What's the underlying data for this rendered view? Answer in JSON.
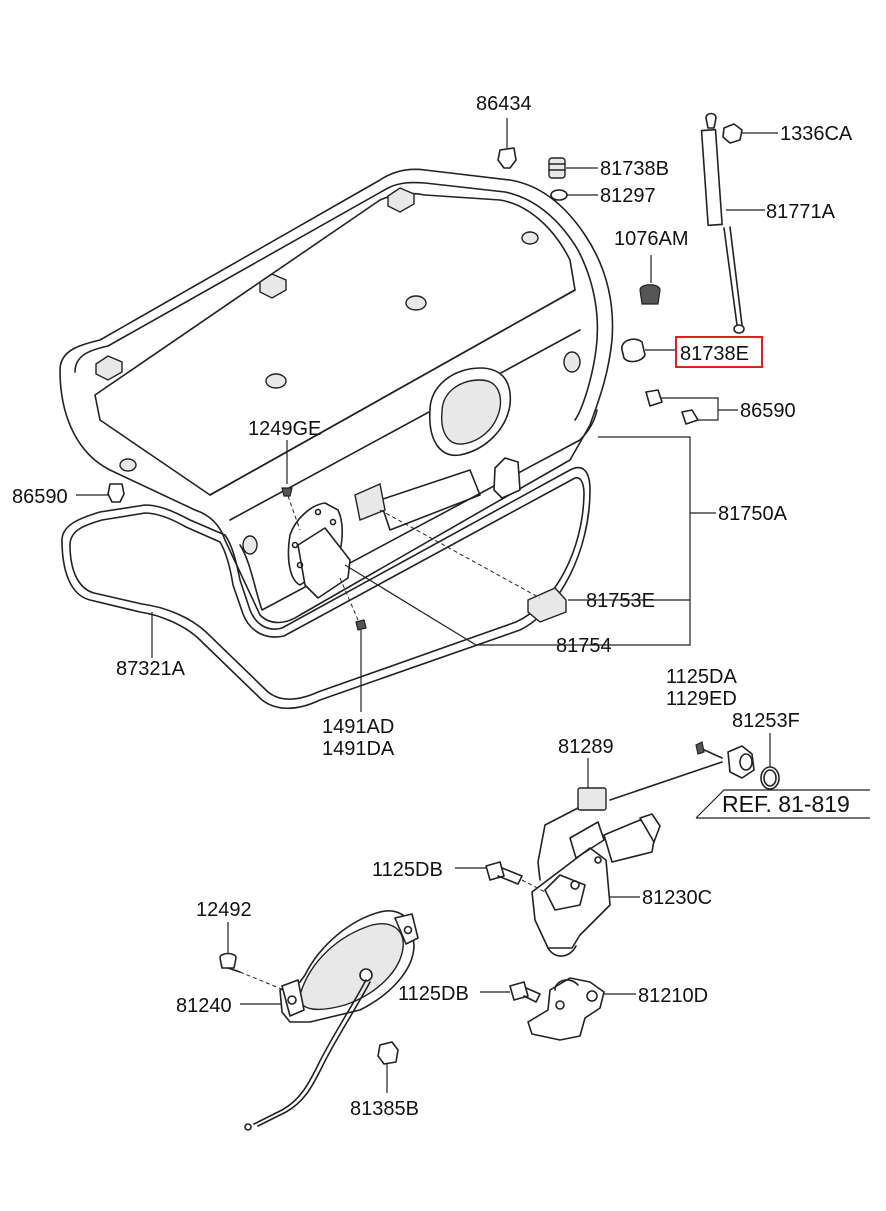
{
  "highlight_color": "#e0201f",
  "labels": {
    "p86434": "86434",
    "p81738B": "81738B",
    "p81297": "81297",
    "p1336CA": "1336CA",
    "p81771A": "81771A",
    "p1076AM": "1076AM",
    "p81738E": "81738E",
    "p86590_right": "86590",
    "p1249GE": "1249GE",
    "p86590_left": "86590",
    "p81750A": "81750A",
    "p81753E": "81753E",
    "p81754": "81754",
    "p87321A": "87321A",
    "p1491AD": "1491AD",
    "p1491DA": "1491DA",
    "p1125DA": "1125DA",
    "p1129ED": "1129ED",
    "p81253F": "81253F",
    "p81289": "81289",
    "ref": "REF. 81-819",
    "p1125DB_upper": "1125DB",
    "p81230C": "81230C",
    "p12492": "12492",
    "p81240": "81240",
    "p1125DB_lower": "1125DB",
    "p81210D": "81210D",
    "p81385B": "81385B"
  },
  "selected_part": "81738E"
}
